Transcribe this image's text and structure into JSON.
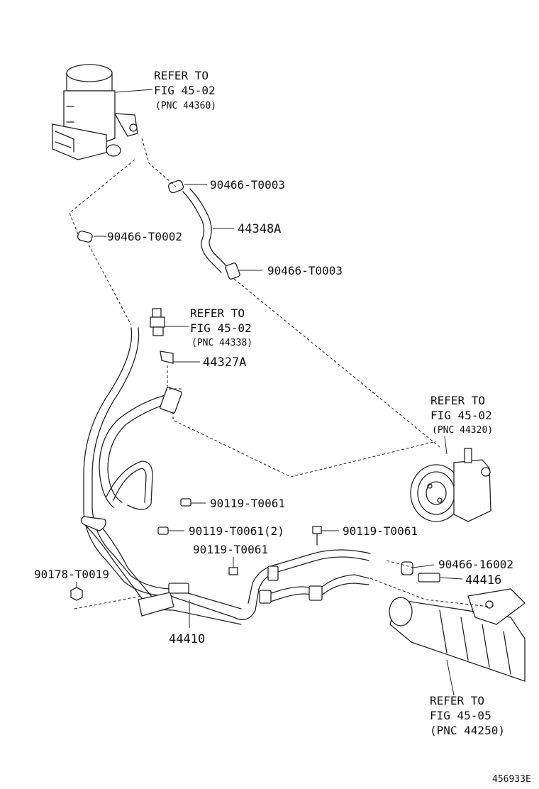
{
  "refs": {
    "reservoir": {
      "line1": "REFER TO",
      "line2": "FIG 45-02",
      "line3": "(PNC 44360)"
    },
    "valve": {
      "line1": "REFER TO",
      "line2": "FIG 45-02",
      "line3": "(PNC 44338)"
    },
    "pump": {
      "line1": "REFER TO",
      "line2": "FIG 45-02",
      "line3": "(PNC 44320)"
    },
    "gear": {
      "line1": "REFER TO",
      "line2": "FIG 45-05",
      "line3": "(PNC 44250)"
    }
  },
  "parts": {
    "clamp_top": "90466-T0003",
    "hose_44348a": "44348A",
    "clamp_left": "90466-T0002",
    "clamp_mid": "90466-T0003",
    "clip_44327a": "44327A",
    "bolt_a": "90119-T0061",
    "bolt_b": "90119-T0061(2)",
    "bolt_c": "90119-T0061",
    "bolt_d": "90119-T0061",
    "nut": "90178-T0019",
    "clamp_right": "90466-16002",
    "union_44416": "44416",
    "pipe_44410": "44410"
  },
  "figure_id": "456933E"
}
